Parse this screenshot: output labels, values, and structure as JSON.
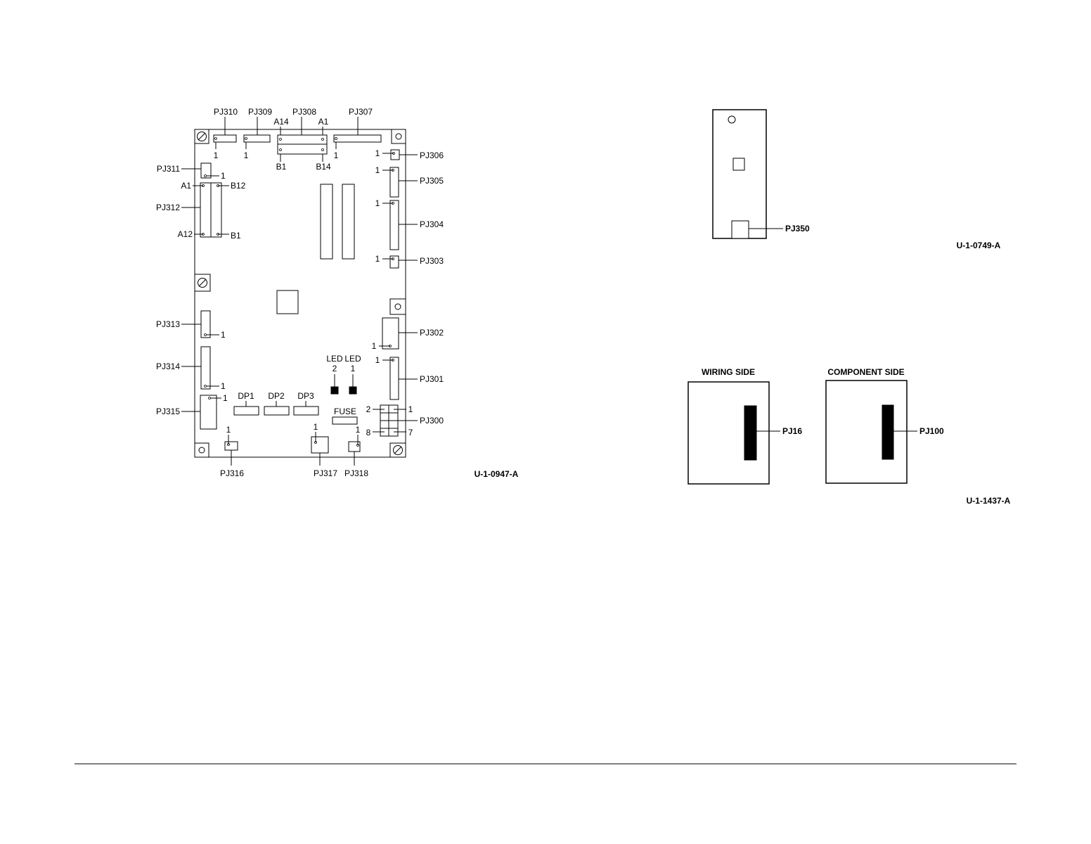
{
  "diagram_main": {
    "connectors": {
      "pj300": "PJ300",
      "pj301": "PJ301",
      "pj302": "PJ302",
      "pj303": "PJ303",
      "pj304": "PJ304",
      "pj305": "PJ305",
      "pj306": "PJ306",
      "pj307": "PJ307",
      "pj308": "PJ308",
      "pj309": "PJ309",
      "pj310": "PJ310",
      "pj311": "PJ311",
      "pj312": "PJ312",
      "pj313": "PJ313",
      "pj314": "PJ314",
      "pj315": "PJ315",
      "pj316": "PJ316",
      "pj317": "PJ317",
      "pj318": "PJ318"
    },
    "pins": {
      "one": "1",
      "two": "2",
      "seven": "7",
      "eight": "8",
      "a1": "A1",
      "a12": "A12",
      "a14": "A14",
      "b1": "B1",
      "b12": "B12",
      "b14": "B14"
    },
    "components": {
      "dp1": "DP1",
      "dp2": "DP2",
      "dp3": "DP3",
      "fuse": "FUSE",
      "led": "LED",
      "led2_num": "2",
      "led1_num": "1"
    },
    "figure_id": "U-1-0947-A"
  },
  "diagram_pj350": {
    "connector": "PJ350",
    "figure_id": "U-1-0749-A"
  },
  "diagram_sides": {
    "wiring_side_title": "WIRING SIDE",
    "component_side_title": "COMPONENT SIDE",
    "wiring_connector": "PJ16",
    "component_connector": "PJ100",
    "figure_id": "U-1-1437-A"
  }
}
